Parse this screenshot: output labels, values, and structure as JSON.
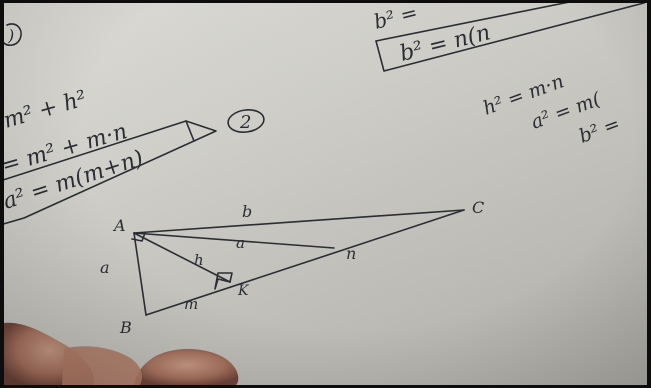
{
  "notes": {
    "circled_top_left": ")",
    "left_line1": "m² + h²",
    "left_line2": "= m² + m·n",
    "left_boxed": "a² = m(m+n)",
    "circled_number": "2",
    "top_right_partial": "b² =",
    "top_right_boxed": "b² = n(n",
    "right_line1": "h² = m·n",
    "right_line2": "a² = m(",
    "right_line3": "b² ="
  },
  "triangle": {
    "vertex_a": "A",
    "vertex_b": "B",
    "vertex_c": "C",
    "side_b": "b",
    "side_a": "a",
    "median_label": "a",
    "height_label": "h",
    "foot_label": "K",
    "seg_m": "m",
    "seg_n": "n"
  }
}
